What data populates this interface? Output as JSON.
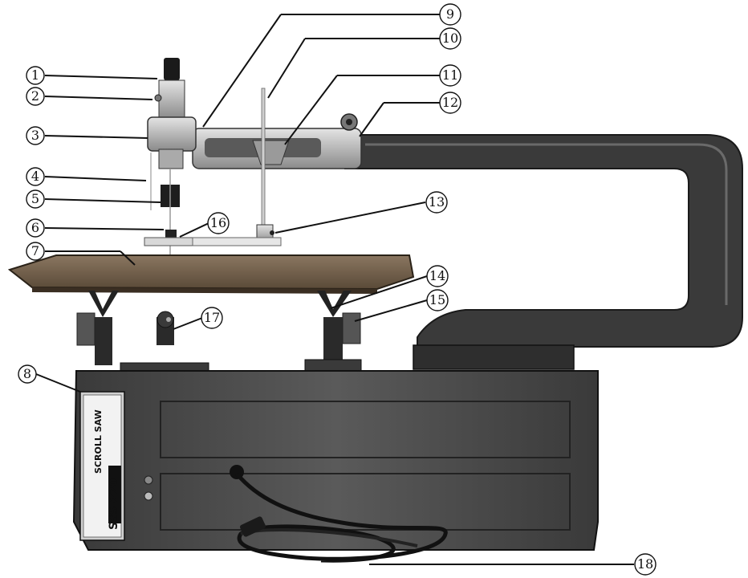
{
  "callouts": [
    {
      "num": "1"
    },
    {
      "num": "2"
    },
    {
      "num": "3"
    },
    {
      "num": "4"
    },
    {
      "num": "5"
    },
    {
      "num": "6"
    },
    {
      "num": "7"
    },
    {
      "num": "8"
    },
    {
      "num": "9"
    },
    {
      "num": "10"
    },
    {
      "num": "11"
    },
    {
      "num": "12"
    },
    {
      "num": "13"
    },
    {
      "num": "14"
    },
    {
      "num": "15"
    },
    {
      "num": "16"
    },
    {
      "num": "17"
    },
    {
      "num": "18"
    }
  ],
  "machine_label": {
    "title": "SCROLL SAW",
    "model": "SSS-220"
  },
  "colors": {
    "body": "#4a4a4a",
    "body_dark": "#2e2e2e",
    "arm": "#3c3c3c",
    "table": "#6b5a46",
    "metal": "#bdbdbd"
  }
}
